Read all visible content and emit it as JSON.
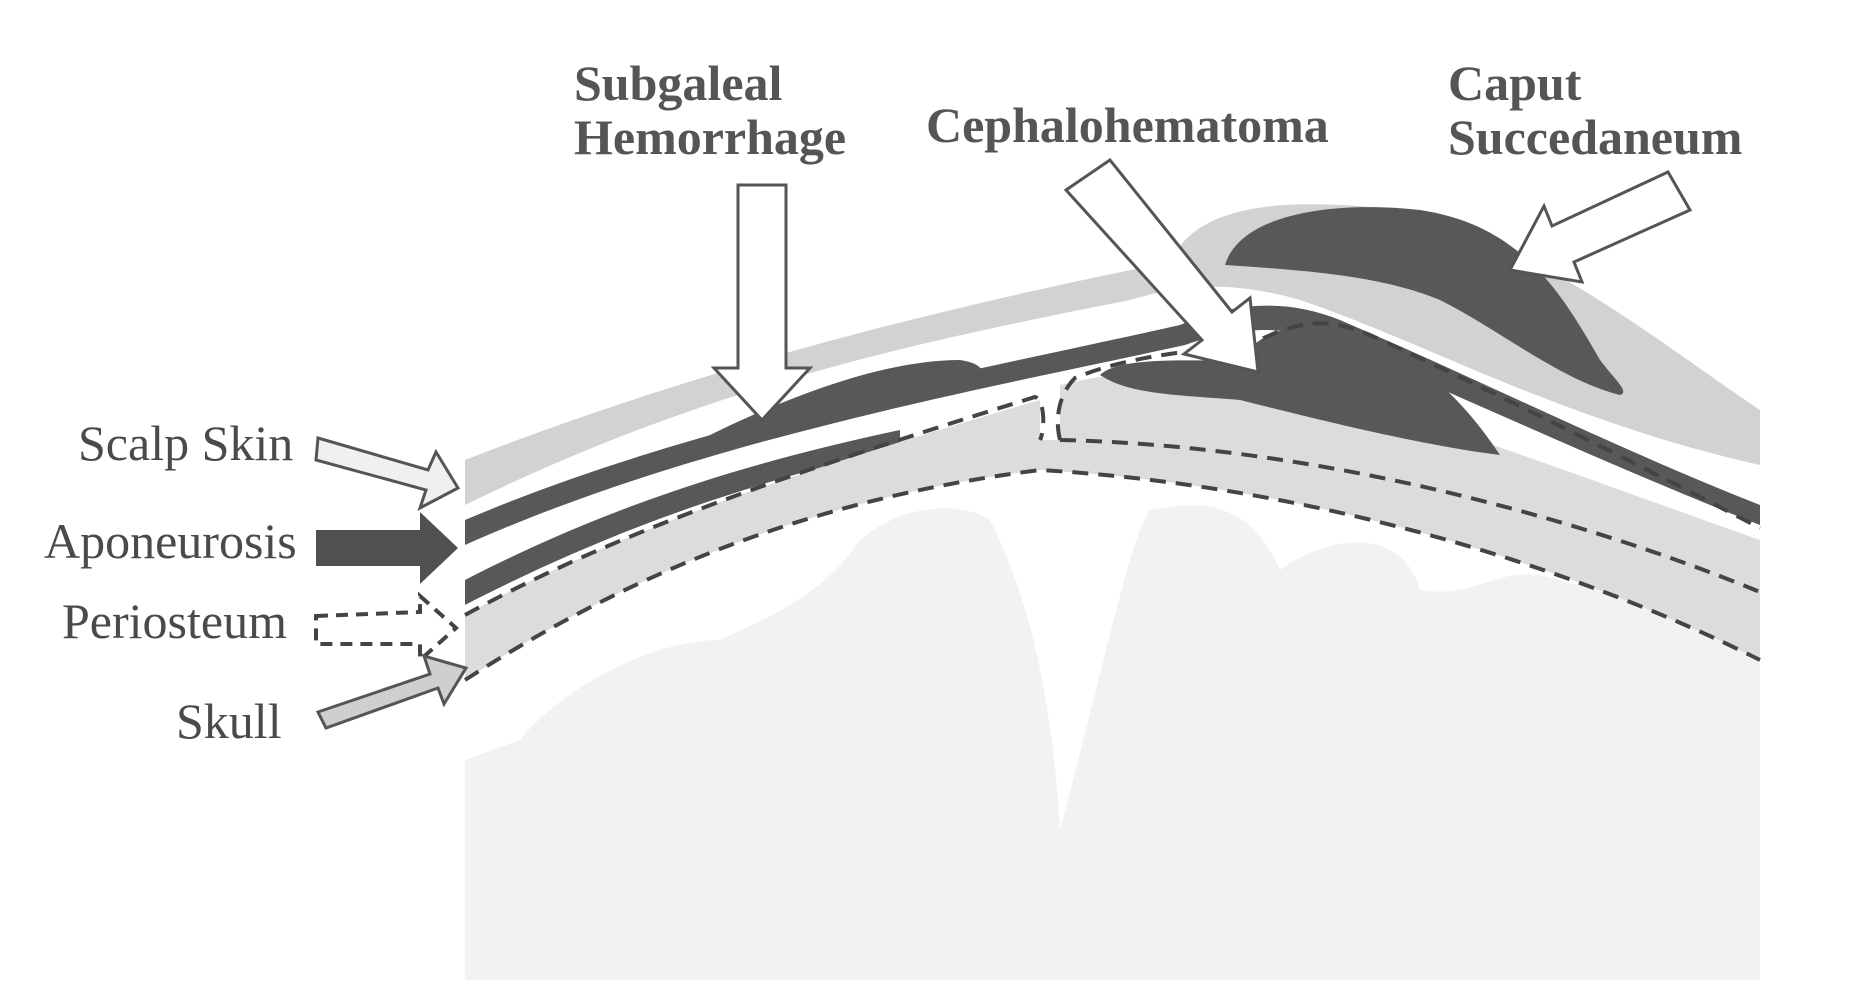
{
  "labels": {
    "scalp_skin": "Scalp Skin",
    "aponeurosis": "Aponeurosis",
    "periosteum": "Periosteum",
    "skull": "Skull",
    "subgaleal_line1": "Subgaleal",
    "subgaleal_line2": "Hemorrhage",
    "cephalohematoma": "Cephalohematoma",
    "caput_line1": "Caput",
    "caput_line2": "Succedaneum"
  },
  "colors": {
    "scalp": "#d2d2d2",
    "skull": "#dcdcdc",
    "aponeurosis": "#585858",
    "hemorrhage": "#585858",
    "periosteum_dash": "#444444",
    "background_ghost": "#f1f1f1",
    "text": "#4a4a4a"
  }
}
